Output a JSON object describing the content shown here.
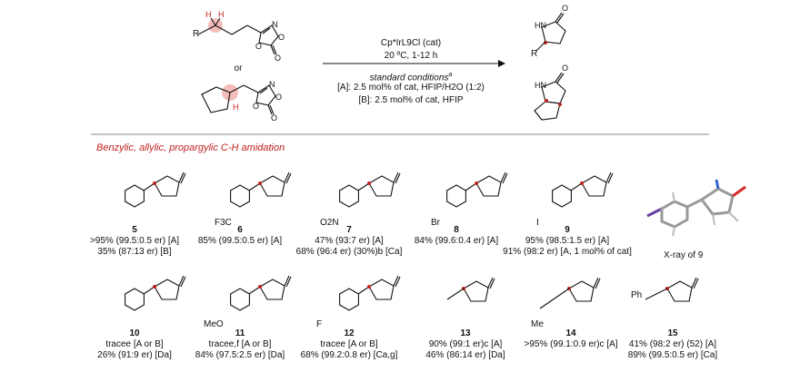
{
  "scheme": {
    "or_label": "or",
    "reagent": "Cp*IrL9Cl (cat)",
    "temp_time": "20 ºC, 1-12 h",
    "std_cond": "standard conditions",
    "std_cond_sup": "a",
    "cond_A": "[A]: 2.5 mol% of cat, HFIP/H2O (1:2)",
    "cond_B": "[B]: 2.5 mol% of cat, HFIP",
    "atom_R": "R",
    "atom_H": "H",
    "atom_N": "N",
    "atom_O": "O",
    "atom_HN": "HN"
  },
  "section_title": "Benzylic, allylic, propargylic C-H amidation",
  "xray_label": "X-ray of 9",
  "substituents": {
    "s6": "F3C",
    "s7": "O2N",
    "s8": "Br",
    "s9": "I",
    "s11": "MeO",
    "s12": "F",
    "s14": "Me",
    "s15": "Ph"
  },
  "compounds": [
    {
      "id": "5",
      "lines": [
        ">95% (99.5:0.5 er) [A]",
        "35% (87:13 er) [B]"
      ]
    },
    {
      "id": "6",
      "lines": [
        "85% (99.5:0.5 er) [A]"
      ]
    },
    {
      "id": "7",
      "lines": [
        "47% (93:7 er) [A]",
        "68% (96:4 er) (30%)b [Ca]"
      ]
    },
    {
      "id": "8",
      "lines": [
        "84% (99.6:0.4 er) [A]"
      ]
    },
    {
      "id": "9",
      "lines": [
        "95% (98.5:1.5 er) [A]",
        "91% (98:2 er) [A, 1 mol% of cat]"
      ]
    },
    {
      "id": "10",
      "lines": [
        "tracee [A or B]",
        "26% (91:9 er) [Da]"
      ]
    },
    {
      "id": "11",
      "lines": [
        "tracee,f [A or B]",
        "84% (97.5:2.5 er) [Da]"
      ]
    },
    {
      "id": "12",
      "lines": [
        "tracee [A or B]",
        "68% (99.2:0.8 er) [Ca,g]"
      ]
    },
    {
      "id": "13",
      "lines": [
        "90% (99:1 er)c [A]",
        "46% (86:14 er) [Da]"
      ]
    },
    {
      "id": "14",
      "lines": [
        ">95% (99.1:0.9 er)c [A]"
      ]
    },
    {
      "id": "15",
      "lines": [
        "41% (98:2 er) (52) [A]",
        "89% (99.5:0.5 er) [Ca]"
      ]
    }
  ]
}
